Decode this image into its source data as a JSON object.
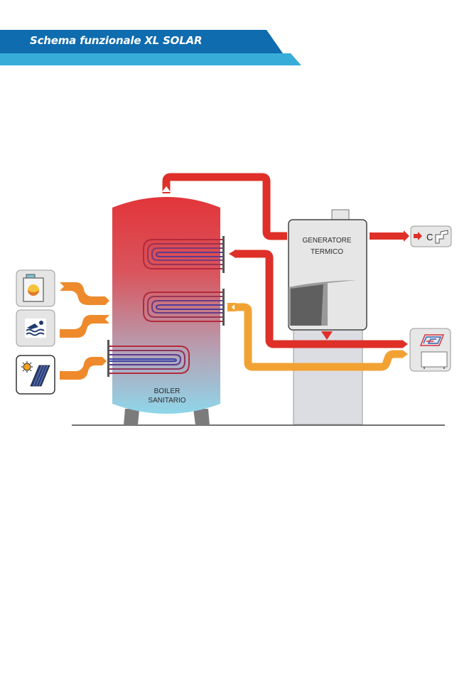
{
  "header": {
    "title": "Schema funzionale XL SOLAR",
    "colors": {
      "primary": "#0f6cae",
      "secondary": "#37acd9"
    }
  },
  "diagram": {
    "tank": {
      "label_line1": "BOILER",
      "label_line2": "SANITARIO",
      "top_color": "#e2353a",
      "bottom_color": "#8fd6ea"
    },
    "generator": {
      "label_line1": "GENERATORE",
      "label_line2": "TERMICO"
    },
    "outputs": [
      {
        "name": "domestic-hot-water",
        "letter": "C",
        "icon": "faucet-icon"
      },
      {
        "name": "floor-heating",
        "icon": "floor-heating-icon"
      }
    ],
    "inputs": [
      {
        "name": "boiler-source",
        "icon": "boiler-icon"
      },
      {
        "name": "pool",
        "icon": "swimming-icon"
      },
      {
        "name": "solar",
        "icon": "solar-panel-icon"
      }
    ],
    "pipe_colors": {
      "hot": "#de3028",
      "warm": "#f2a233",
      "source": "#ee8a2c"
    }
  }
}
